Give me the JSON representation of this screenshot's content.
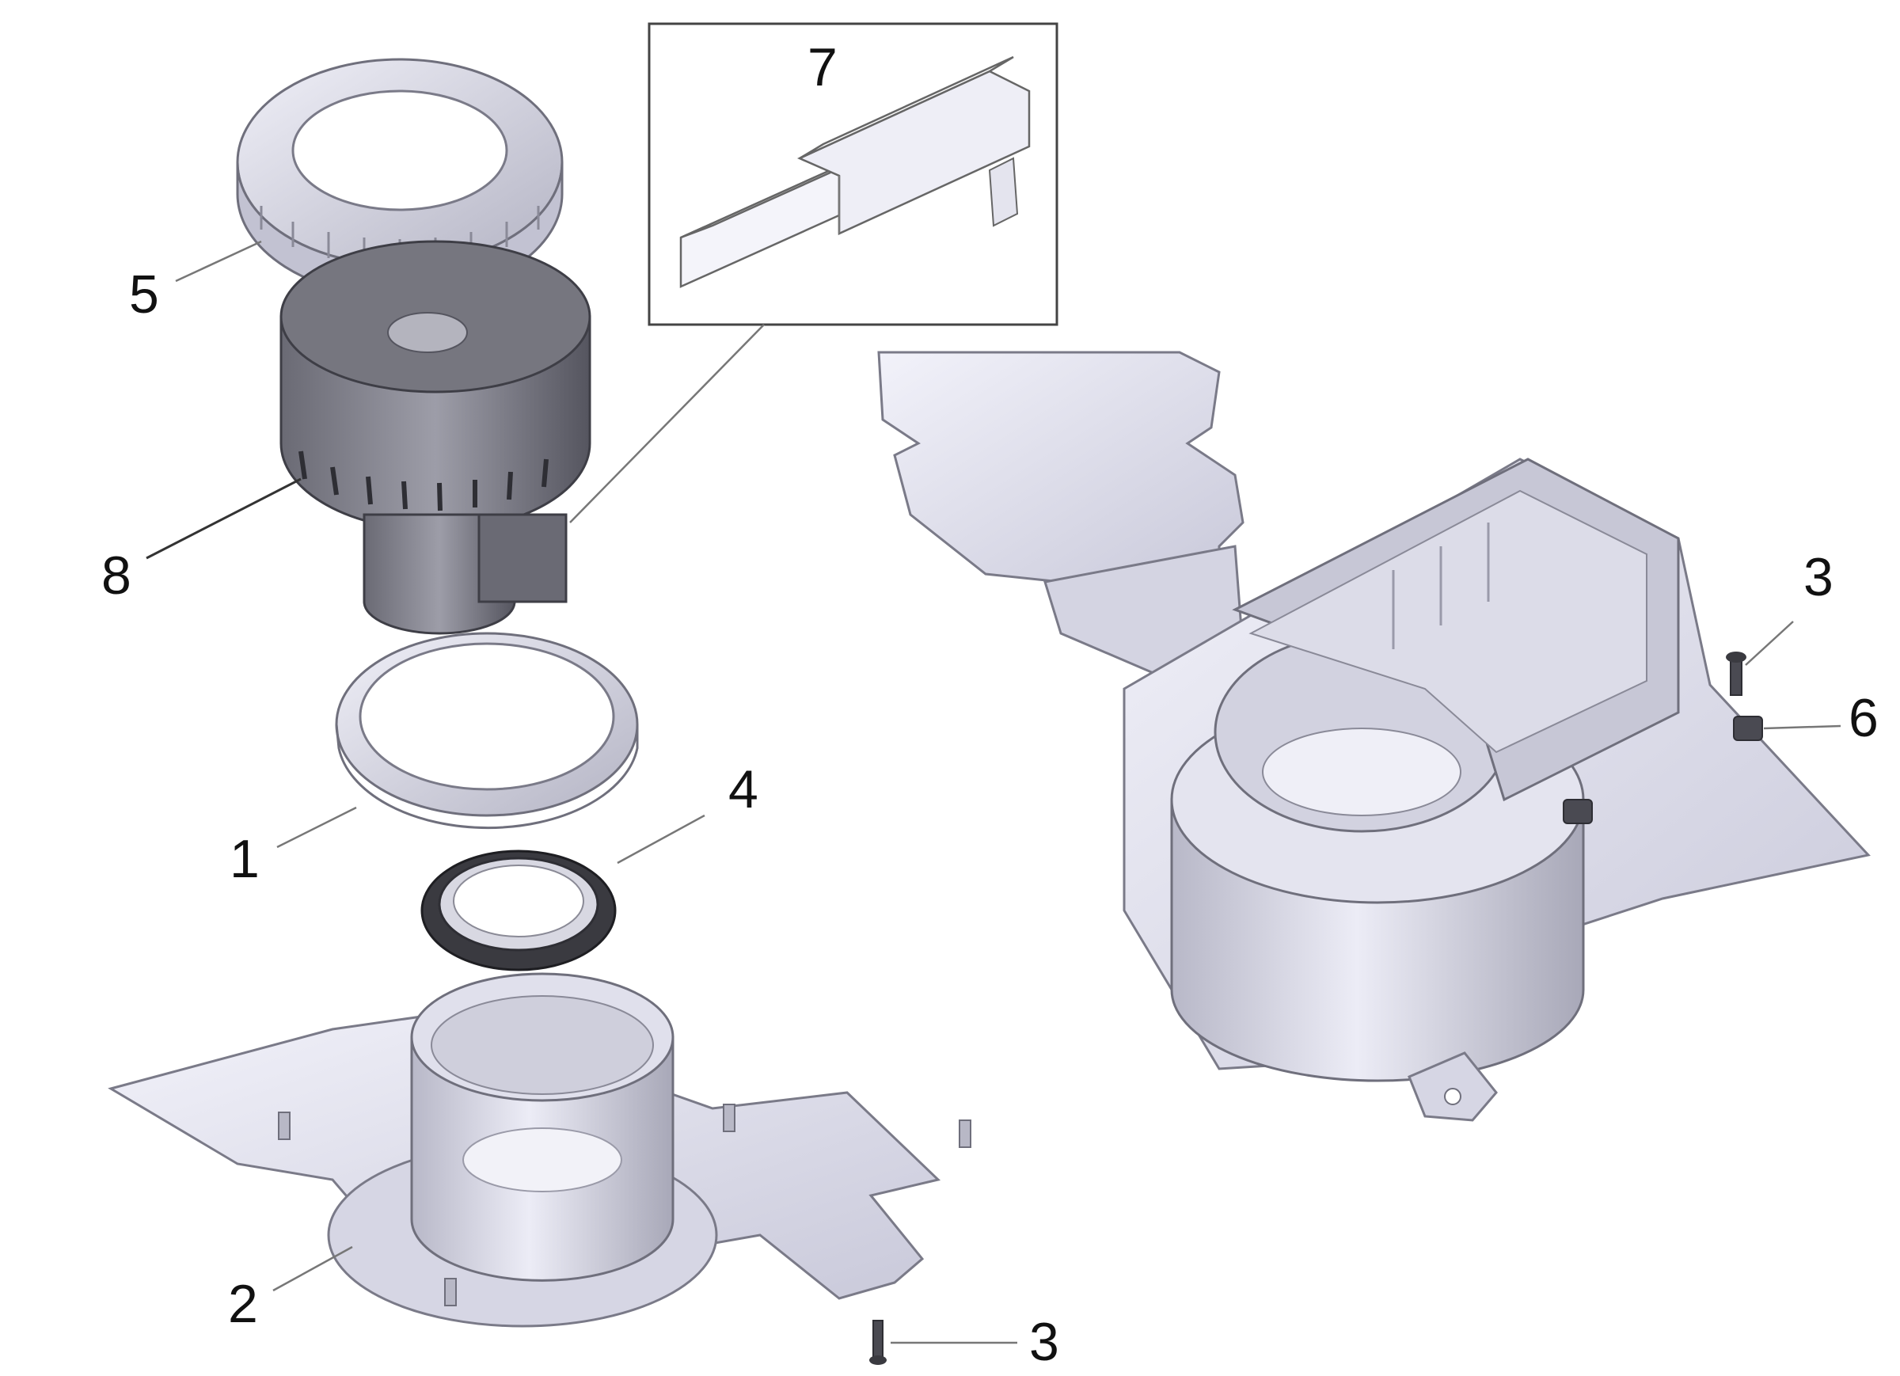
{
  "callouts": {
    "c1": "1",
    "c2": "2",
    "c3a": "3",
    "c3b": "3",
    "c4": "4",
    "c5": "5",
    "c6": "6",
    "c7": "7",
    "c8": "8"
  },
  "colors": {
    "part_light": "#e6e6f2",
    "part_mid": "#c9c9da",
    "part_dark": "#9a9aaa",
    "motor_dark": "#55555f",
    "seal_dark": "#2e2e34",
    "outline": "#6f6f7c",
    "label": "#111111"
  }
}
